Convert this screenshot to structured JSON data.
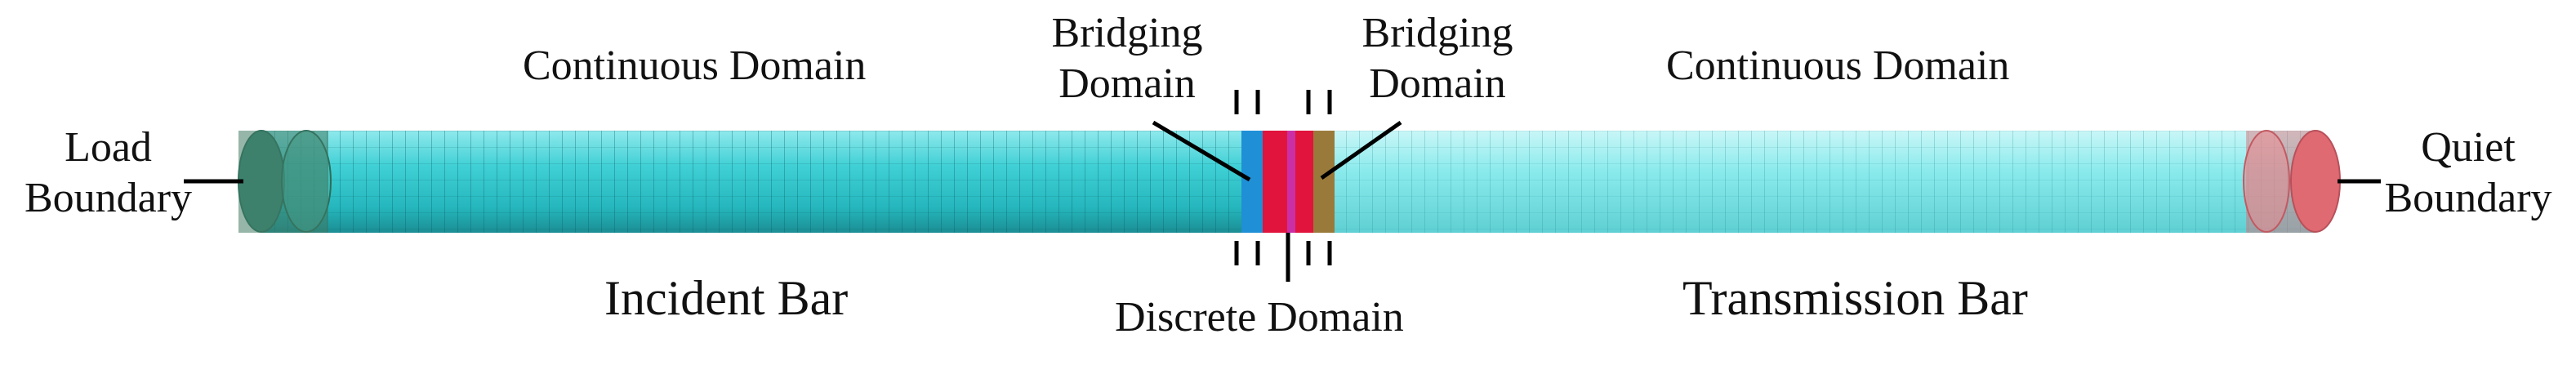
{
  "labels": {
    "continuous_left": "Continuous Domain",
    "continuous_right": "Continuous Domain",
    "bridging_left": [
      "Bridging",
      "Domain"
    ],
    "bridging_right": [
      "Bridging",
      "Domain"
    ],
    "load_boundary": [
      "Load",
      "Boundary"
    ],
    "quiet_boundary": [
      "Quiet",
      "Boundary"
    ],
    "incident_bar": "Incident Bar",
    "transmission_bar": "Transmission Bar",
    "discrete_domain": "Discrete Domain"
  },
  "colors": {
    "incident_bar": "#2fc7cc",
    "transmission_bar": "#7fe6e8",
    "load_cap": "#3f7a62",
    "quiet_cap": "#e06a72",
    "bridging_left": "#1f8fd6",
    "discrete": "#e0143c",
    "bridging_right": "#9a7a3a",
    "mesh": "#0d6e74",
    "leader": "#000000"
  }
}
